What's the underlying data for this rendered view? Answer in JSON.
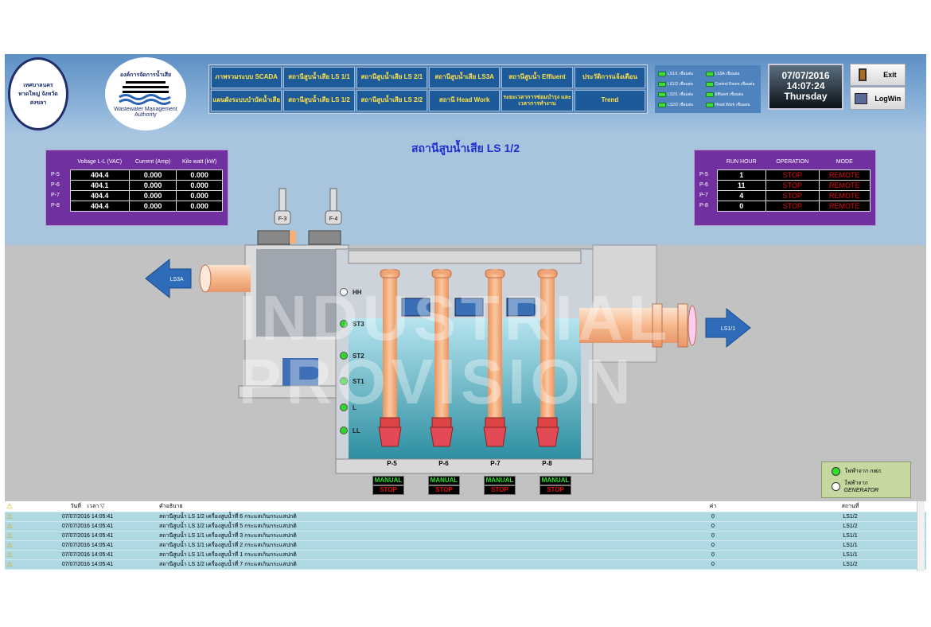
{
  "logos": {
    "left": "เทศบาลนครหาดใหญ่ จังหวัดสงขลา",
    "right_top": "องค์การจัดการน้ำเสีย",
    "right_bottom": "Wastewater Management Authority"
  },
  "nav": [
    "ภาพรวมระบบ SCADA",
    "สถานีสูบน้ำเสีย LS 1/1",
    "สถานีสูบน้ำเสีย LS 2/1",
    "สถานีสูบน้ำเสีย LS3A",
    "สถานีสูบน้ำ Effluent",
    "ประวัติการแจ้งเตือน",
    "แผนผังระบบบำบัดน้ำเสีย",
    "สถานีสูบน้ำเสีย LS 1/2",
    "สถานีสูบน้ำเสีย LS 2/2",
    "สถานี Head Work",
    "ระยะเวลาการซ่อมบำรุง และเวลาการทำงาน",
    "Trend"
  ],
  "connections": [
    "LS1/1 เชื่อมต่อ",
    "LS3A เชื่อมต่อ",
    "LS1/2 เชื่อมต่อ",
    "Control Room เชื่อมต่อ",
    "LS2/1 เชื่อมต่อ",
    "Effluent เชื่อมต่อ",
    "LS2/2 เชื่อมต่อ",
    "Head Work เชื่อมต่อ"
  ],
  "clock": {
    "date": "07/07/2016",
    "time": "14:07:24",
    "day": "Thursday"
  },
  "buttons": {
    "exit": "Exit",
    "logwin": "LogWin"
  },
  "title": "สถานีสูบน้ำเสีย LS 1/2",
  "power_table": {
    "headers": [
      "Voltage L-L (VAC)",
      "Current (Amp)",
      "Kilo watt (kW)"
    ],
    "rows": [
      {
        "pump": "P-5",
        "v": "404.4",
        "a": "0.000",
        "kw": "0.000"
      },
      {
        "pump": "P-6",
        "v": "404.1",
        "a": "0.000",
        "kw": "0.000"
      },
      {
        "pump": "P-7",
        "v": "404.4",
        "a": "0.000",
        "kw": "0.000"
      },
      {
        "pump": "P-8",
        "v": "404.4",
        "a": "0.000",
        "kw": "0.000"
      }
    ]
  },
  "run_table": {
    "headers": [
      "RUN HOUR",
      "OPERATION",
      "MODE"
    ],
    "rows": [
      {
        "pump": "P-5",
        "hour": "1",
        "op": "STOP",
        "mode": "REMOTE"
      },
      {
        "pump": "P-6",
        "hour": "11",
        "op": "STOP",
        "mode": "REMOTE"
      },
      {
        "pump": "P-7",
        "hour": "4",
        "op": "STOP",
        "mode": "REMOTE"
      },
      {
        "pump": "P-8",
        "hour": "0",
        "op": "STOP",
        "mode": "REMOTE"
      }
    ]
  },
  "fans": [
    "F-3",
    "F-4"
  ],
  "arrows": {
    "out": "LS3A",
    "in": "LS1/1"
  },
  "levels": [
    "HH",
    "ST3",
    "ST2",
    "ST1",
    "L",
    "LL"
  ],
  "level_states": {
    "HH": "off",
    "ST3": "on",
    "ST2": "on",
    "ST1": "on",
    "L": "on",
    "LL": "on"
  },
  "pumps": [
    {
      "name": "P-5",
      "mode": "MANUAL",
      "state": "STOP"
    },
    {
      "name": "P-6",
      "mode": "MANUAL",
      "state": "STOP"
    },
    {
      "name": "P-7",
      "mode": "MANUAL",
      "state": "STOP"
    },
    {
      "name": "P-8",
      "mode": "MANUAL",
      "state": "STOP"
    }
  ],
  "power_source": {
    "grid": "ไฟฟ้าจาก กฟภ.",
    "generator": "ไฟฟ้าจาก GENERATOR",
    "grid_on": true,
    "generator_on": false
  },
  "log": {
    "headers": {
      "date": "วันที่",
      "time": "เวลา",
      "desc": "คำอธิบาย",
      "value": "ค่า",
      "location": "สถานที่"
    },
    "rows": [
      {
        "datetime": "07/07/2016 14:05:41",
        "desc": "สถานีสูบน้ำ LS 1/2 เครื่องสูบน้ำที่ 6 กระแสเกินกระแสปกติ",
        "value": "0",
        "location": "LS1/2"
      },
      {
        "datetime": "07/07/2016 14:05:41",
        "desc": "สถานีสูบน้ำ LS 1/2 เครื่องสูบน้ำที่ 5 กระแสเกินกระแสปกติ",
        "value": "0",
        "location": "LS1/2"
      },
      {
        "datetime": "07/07/2016 14:05:41",
        "desc": "สถานีสูบน้ำ LS 1/1 เครื่องสูบน้ำที่ 3 กระแสเกินกระแสปกติ",
        "value": "0",
        "location": "LS1/1"
      },
      {
        "datetime": "07/07/2016 14:05:41",
        "desc": "สถานีสูบน้ำ LS 1/1 เครื่องสูบน้ำที่ 2 กระแสเกินกระแสปกติ",
        "value": "0",
        "location": "LS1/1"
      },
      {
        "datetime": "07/07/2016 14:05:41",
        "desc": "สถานีสูบน้ำ LS 1/1 เครื่องสูบน้ำที่ 1 กระแสเกินกระแสปกติ",
        "value": "0",
        "location": "LS1/1"
      },
      {
        "datetime": "07/07/2016 14:05:41",
        "desc": "สถานีสูบน้ำ LS 1/2 เครื่องสูบน้ำที่ 7 กระแสเกินกระแสปกติ",
        "value": "0",
        "location": "LS1/2"
      }
    ]
  },
  "watermark": "INDUSTRIAL PROVISION"
}
